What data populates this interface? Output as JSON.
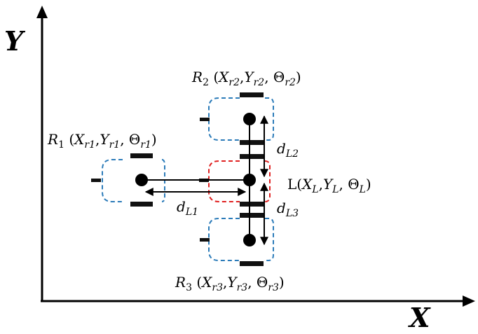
{
  "axes": {
    "x_label": "X",
    "y_label": "Y"
  },
  "colors": {
    "robot_outline": "#2b7bb9",
    "leader_outline": "#e02020",
    "ink": "#000000"
  },
  "robots": [
    {
      "name": "R",
      "index": "1",
      "params": [
        "X",
        "r1",
        "Y",
        "r1",
        "Θ",
        "r1"
      ]
    },
    {
      "name": "R",
      "index": "2",
      "params": [
        "X",
        "r2",
        "Y",
        "r2",
        "Θ",
        "r2"
      ]
    },
    {
      "name": "R",
      "index": "3",
      "params": [
        "X",
        "r3",
        "Y",
        "r3",
        "Θ",
        "r3"
      ]
    }
  ],
  "leader": {
    "name": "L",
    "params": [
      "X",
      "L",
      "Y",
      "L",
      "Θ",
      "L"
    ]
  },
  "distances": [
    {
      "name": "d",
      "sub": "L1"
    },
    {
      "name": "d",
      "sub": "L2"
    },
    {
      "name": "d",
      "sub": "L3"
    }
  ]
}
